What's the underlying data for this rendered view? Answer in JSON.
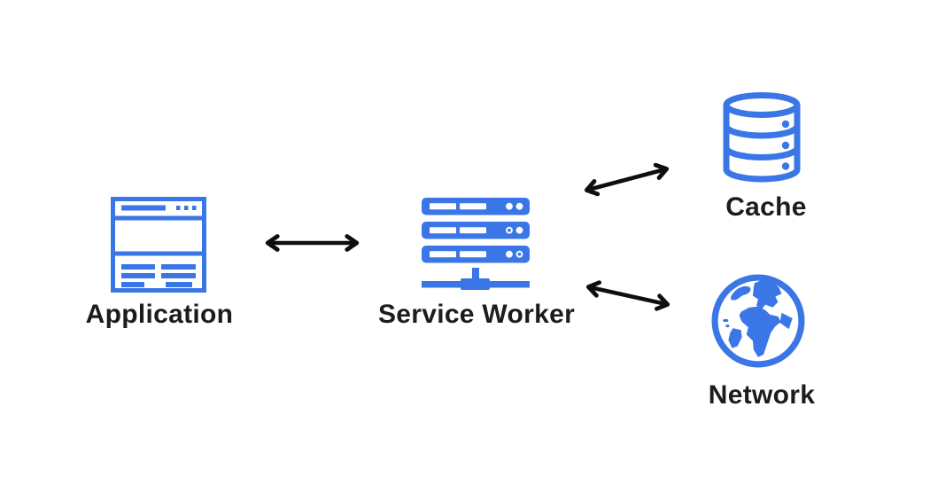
{
  "diagram": {
    "nodes": {
      "application": {
        "label": "Application",
        "icon": "browser-window-icon"
      },
      "service_worker": {
        "label": "Service Worker",
        "icon": "server-stack-icon"
      },
      "cache": {
        "label": "Cache",
        "icon": "database-cylinder-icon"
      },
      "network": {
        "label": "Network",
        "icon": "globe-icon"
      }
    },
    "edges": [
      {
        "from": "Application",
        "to": "Service Worker",
        "style": "double-headed-arrow"
      },
      {
        "from": "Service Worker",
        "to": "Cache",
        "style": "double-headed-arrow"
      },
      {
        "from": "Service Worker",
        "to": "Network",
        "style": "double-headed-arrow"
      }
    ],
    "colors": {
      "icon_blue": "#3B76E7",
      "arrow": "#0e0e0e",
      "text": "#1c1c1c",
      "background": "#ffffff"
    }
  }
}
